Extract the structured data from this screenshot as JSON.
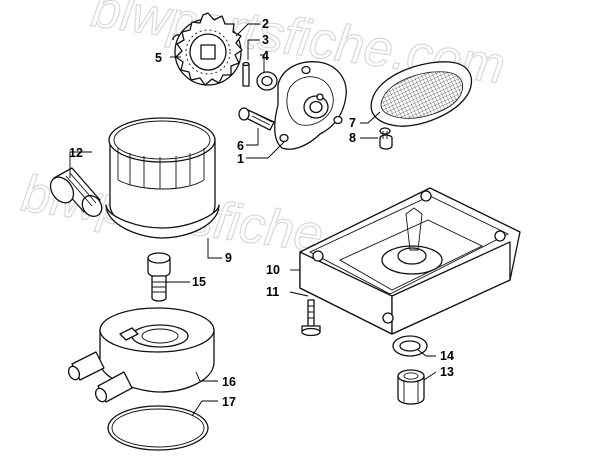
{
  "watermark": {
    "text_top": "blwpartsfiche.com",
    "text_middle": "blwpartsfiche.com"
  },
  "callouts": [
    {
      "id": "1",
      "label": "1"
    },
    {
      "id": "2",
      "label": "2"
    },
    {
      "id": "3",
      "label": "3"
    },
    {
      "id": "4",
      "label": "4"
    },
    {
      "id": "5",
      "label": "5"
    },
    {
      "id": "6",
      "label": "6"
    },
    {
      "id": "7",
      "label": "7"
    },
    {
      "id": "8",
      "label": "8"
    },
    {
      "id": "9",
      "label": "9"
    },
    {
      "id": "10",
      "label": "10"
    },
    {
      "id": "11",
      "label": "11"
    },
    {
      "id": "12",
      "label": "12"
    },
    {
      "id": "13",
      "label": "13"
    },
    {
      "id": "14",
      "label": "14"
    },
    {
      "id": "15",
      "label": "15"
    },
    {
      "id": "16",
      "label": "16"
    },
    {
      "id": "17",
      "label": "17"
    }
  ],
  "colors": {
    "line": "#111111",
    "watermark": "#c8c8c8",
    "background": "#ffffff"
  }
}
